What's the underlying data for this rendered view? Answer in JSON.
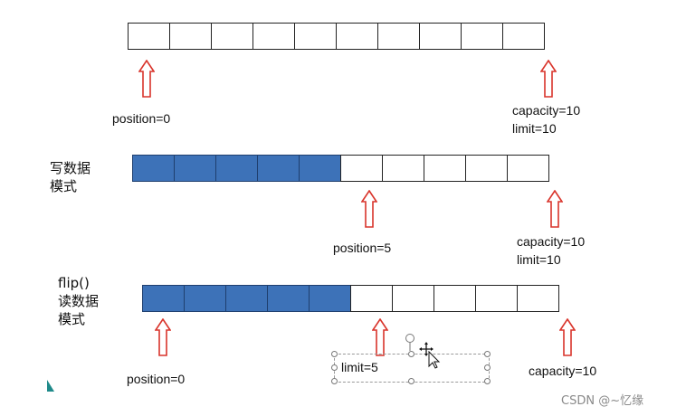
{
  "diagram": {
    "row1": {
      "filled": 0,
      "cells": 10,
      "labels": {
        "position": "position=0",
        "capacity": "capacity=10",
        "limit": "limit=10"
      }
    },
    "row2": {
      "mode": [
        "写数据",
        "模式"
      ],
      "filled": 5,
      "cells": 10,
      "labels": {
        "position": "position=5",
        "capacity": "capacity=10",
        "limit": "limit=10"
      }
    },
    "row3": {
      "mode": [
        "flip()",
        "读数据",
        "模式"
      ],
      "filled": 5,
      "cells": 10,
      "labels": {
        "position": "position=0",
        "limit": "limit=5",
        "capacity": "capacity=10"
      }
    },
    "colors": {
      "fill": "#3d72b8",
      "arrow": "#d9342b"
    }
  },
  "watermark": "CSDN @~忆缘"
}
